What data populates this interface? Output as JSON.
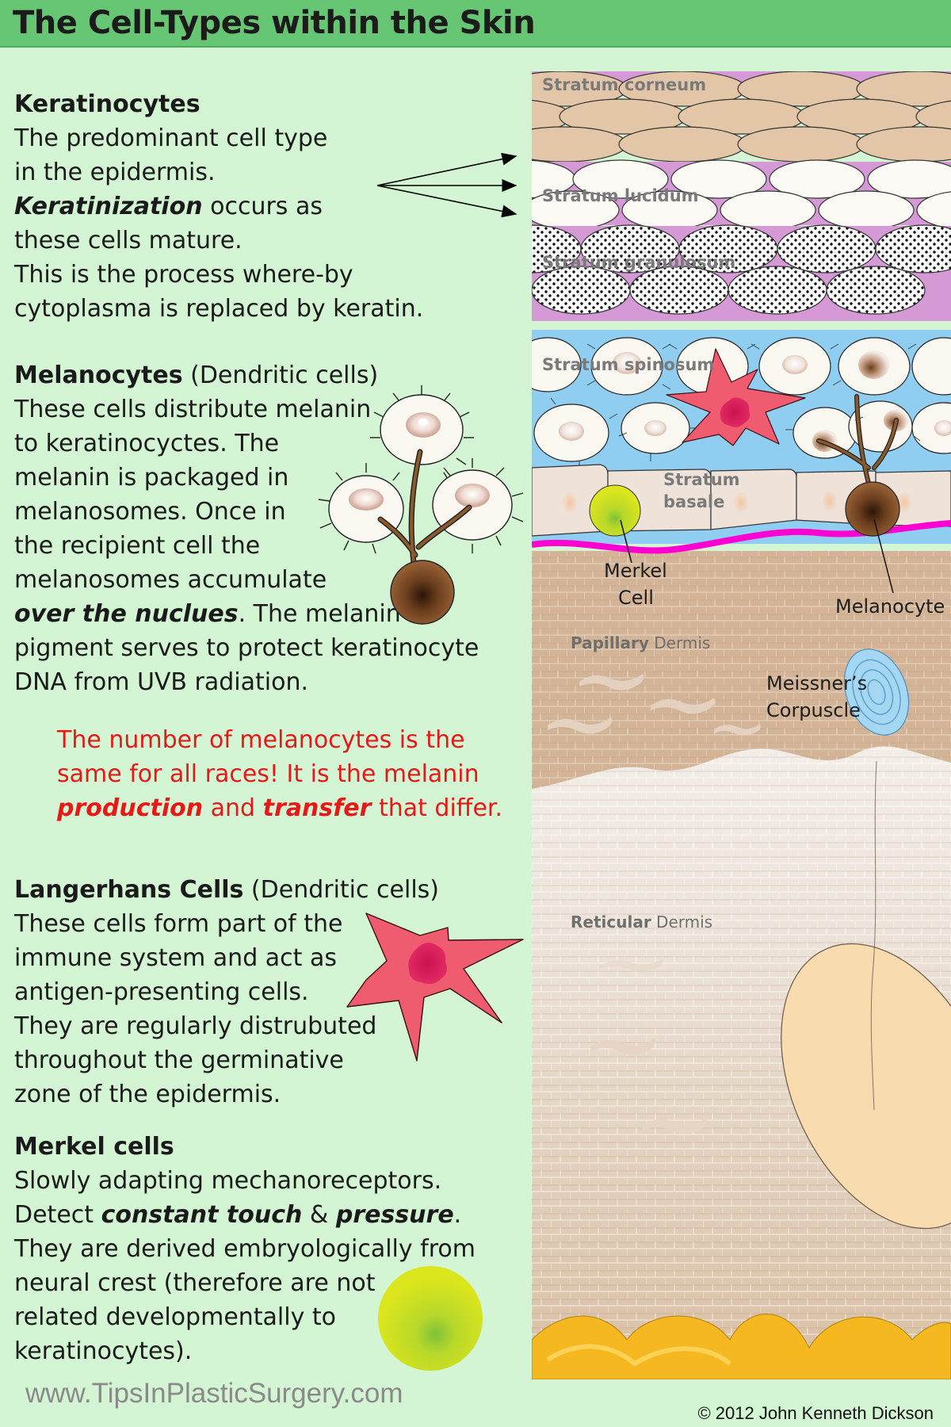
{
  "title": "The Cell-Types within the Skin",
  "keratinocytes": {
    "heading": "Keratinocytes",
    "lines": [
      [
        {
          "t": "The predominant cell type"
        }
      ],
      [
        {
          "t": "in the epidermis."
        }
      ],
      [
        {
          "t": "Keratinization",
          "s": "bi"
        },
        {
          "t": " occurs as"
        }
      ],
      [
        {
          "t": "these cells mature."
        }
      ],
      [
        {
          "t": "This is the process where-by"
        }
      ],
      [
        {
          "t": "cytoplasma is replaced by keratin."
        }
      ]
    ]
  },
  "melanocytes": {
    "heading": "Melanocytes",
    "heading_suffix": " (Dendritic cells)",
    "lines": [
      [
        {
          "t": "These cells distribute melanin"
        }
      ],
      [
        {
          "t": "to keratinocyctes. The"
        }
      ],
      [
        {
          "t": "melanin is packaged in"
        }
      ],
      [
        {
          "t": "melanosomes. Once in"
        }
      ],
      [
        {
          "t": "the recipient cell the"
        }
      ],
      [
        {
          "t": "melanosomes accumulate"
        }
      ],
      [
        {
          "t": "over the nuclues",
          "s": "bi"
        },
        {
          "t": ". The melanin"
        }
      ],
      [
        {
          "t": "pigment serves to protect keratinocyte"
        }
      ],
      [
        {
          "t": "DNA from UVB radiation."
        }
      ]
    ]
  },
  "note": {
    "lines": [
      [
        {
          "t": "The number of melanocytes is the"
        }
      ],
      [
        {
          "t": "same for all races! It is the melanin"
        }
      ],
      [
        {
          "t": "production",
          "s": "bi"
        },
        {
          "t": " and "
        },
        {
          "t": "transfer",
          "s": "bi"
        },
        {
          "t": " that differ."
        }
      ]
    ]
  },
  "langerhans": {
    "heading": "Langerhans Cells",
    "heading_suffix": " (Dendritic cells)",
    "lines": [
      [
        {
          "t": "These cells form part of the"
        }
      ],
      [
        {
          "t": "immune system and act as"
        }
      ],
      [
        {
          "t": "antigen-presenting cells."
        }
      ],
      [
        {
          "t": "They are regularly distrubuted"
        }
      ],
      [
        {
          "t": "throughout the germinative"
        }
      ],
      [
        {
          "t": "zone of the epidermis."
        }
      ]
    ]
  },
  "merkel": {
    "heading": "Merkel cells",
    "lines": [
      [
        {
          "t": "Slowly adapting mechanoreceptors."
        }
      ],
      [
        {
          "t": "Detect "
        },
        {
          "t": "constant touch",
          "s": "bi"
        },
        {
          "t": " & "
        },
        {
          "t": "pressure",
          "s": "bi"
        },
        {
          "t": "."
        }
      ],
      [
        {
          "t": "They are derived embryologically from"
        }
      ],
      [
        {
          "t": "neural crest (therefore are not"
        }
      ],
      [
        {
          "t": "related developmentally to"
        }
      ],
      [
        {
          "t": "keratinocytes)."
        }
      ]
    ]
  },
  "diagram": {
    "labels": {
      "stratum_corneum": "Stratum corneum",
      "stratum_lucidum": "Stratum lucidum",
      "stratum_granulosum": "Stratum granulosum",
      "stratum_spinosum": "Stratum spinosum",
      "stratum_basale_1": "Stratum",
      "stratum_basale_2": "basale",
      "merkel_1": "Merkel",
      "merkel_2": "Cell",
      "melanocyte": "Melanocyte",
      "papillary_bold": "Papillary",
      "papillary_rest": " Dermis",
      "meissner_1": "Meissner’s",
      "meissner_2": "Corpuscle",
      "reticular_bold": "Reticular",
      "reticular_rest": " Dermis"
    },
    "colors": {
      "corneum": "#e3c6a8",
      "lucidum": "#fbfaf5",
      "granular_band": "#d59ad6",
      "spinosum_bg": "#8fcdf1",
      "basale": "#efe2d9",
      "basement_membrane": "#ff00d2",
      "papillary": "#d3b497",
      "reticular_top": "#f3eeea",
      "reticular_bottom": "#d8bda1",
      "langerhans": "#ef5b6f",
      "merkel": "#d8e21c",
      "melanocyte_body": "#7a4a26",
      "fat_lobule": "#f8dcb0",
      "fat_yellow": "#f5b820",
      "meissner": "#a6d7f2"
    }
  },
  "footer": {
    "url": "www.TipsInPlasticSurgery.com",
    "copyright": "© 2012 John Kenneth Dickson"
  }
}
